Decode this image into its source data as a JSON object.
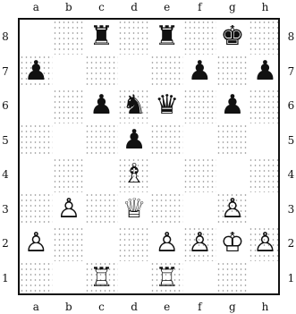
{
  "files": [
    "a",
    "b",
    "c",
    "d",
    "e",
    "f",
    "g",
    "h"
  ],
  "ranks": [
    "8",
    "7",
    "6",
    "5",
    "4",
    "3",
    "2",
    "1"
  ],
  "pieces": [
    {
      "square": "c8",
      "glyph": "♜",
      "piece": "black-rook"
    },
    {
      "square": "e8",
      "glyph": "♜",
      "piece": "black-rook"
    },
    {
      "square": "g8",
      "glyph": "♚",
      "piece": "black-king"
    },
    {
      "square": "a7",
      "glyph": "♟",
      "piece": "black-pawn"
    },
    {
      "square": "f7",
      "glyph": "♟",
      "piece": "black-pawn"
    },
    {
      "square": "h7",
      "glyph": "♟",
      "piece": "black-pawn"
    },
    {
      "square": "c6",
      "glyph": "♟",
      "piece": "black-pawn"
    },
    {
      "square": "d6",
      "glyph": "♞",
      "piece": "black-knight"
    },
    {
      "square": "e6",
      "glyph": "♛",
      "piece": "black-queen"
    },
    {
      "square": "g6",
      "glyph": "♟",
      "piece": "black-pawn"
    },
    {
      "square": "d5",
      "glyph": "♟",
      "piece": "black-pawn"
    },
    {
      "square": "d4",
      "glyph": "♗",
      "piece": "white-bishop"
    },
    {
      "square": "b3",
      "glyph": "♙",
      "piece": "white-pawn"
    },
    {
      "square": "d3",
      "glyph": "♕",
      "piece": "white-queen"
    },
    {
      "square": "g3",
      "glyph": "♙",
      "piece": "white-pawn"
    },
    {
      "square": "a2",
      "glyph": "♙",
      "piece": "white-pawn"
    },
    {
      "square": "e2",
      "glyph": "♙",
      "piece": "white-pawn"
    },
    {
      "square": "f2",
      "glyph": "♙",
      "piece": "white-pawn"
    },
    {
      "square": "g2",
      "glyph": "♔",
      "piece": "white-king"
    },
    {
      "square": "h2",
      "glyph": "♙",
      "piece": "white-pawn"
    },
    {
      "square": "c1",
      "glyph": "♖",
      "piece": "white-rook"
    },
    {
      "square": "e1",
      "glyph": "♖",
      "piece": "white-rook"
    }
  ]
}
